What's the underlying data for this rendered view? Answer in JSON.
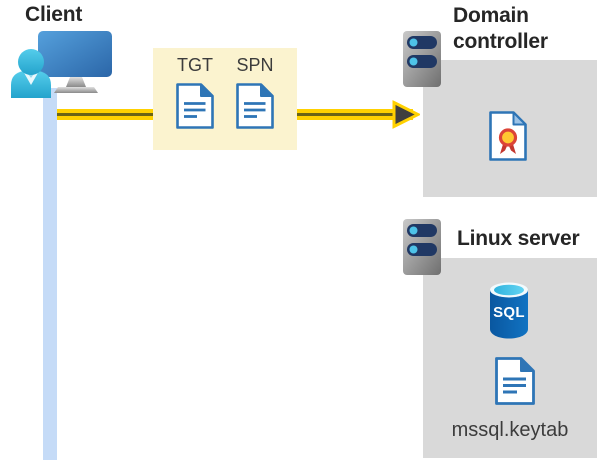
{
  "diagram": {
    "client": {
      "label": "Client"
    },
    "tickets": {
      "tgt_label": "TGT",
      "spn_label": "SPN"
    },
    "domain_controller": {
      "title": "Domain controller"
    },
    "linux_server": {
      "title": "Linux server",
      "sql_text": "SQL",
      "keytab_label": "mssql.keytab"
    }
  },
  "icons": {
    "client": "workstation-user-icon",
    "tgt": "document-icon",
    "spn": "document-icon",
    "domain_controller": "server-icon",
    "certificate": "certificate-icon",
    "linux_server": "server-icon",
    "database": "sql-database-icon",
    "keytab": "document-icon",
    "arrow": "arrow-right-icon"
  },
  "colors": {
    "arrow_yellow": "#FFD100",
    "arrow_core": "#6B6415",
    "arrowhead_fill": "#3F3F3F",
    "ticket_box_bg": "#FBF3CF",
    "panel_gray": "#D9D9D9",
    "client_line_blue": "#C5DBF7",
    "doc_blue": "#2E75B6",
    "server_bar_navy": "#203864",
    "server_dot_cyan": "#4EC3E8",
    "person_cyan": "#35BEE0",
    "monitor_blue": "#3B7DC0",
    "sql_body_blue": "#0E61AC",
    "cert_ribbon_red": "#C4372F",
    "cert_badge_yellow": "#FFC831",
    "title_text": "#262626",
    "label_text": "#3C3C3C"
  }
}
